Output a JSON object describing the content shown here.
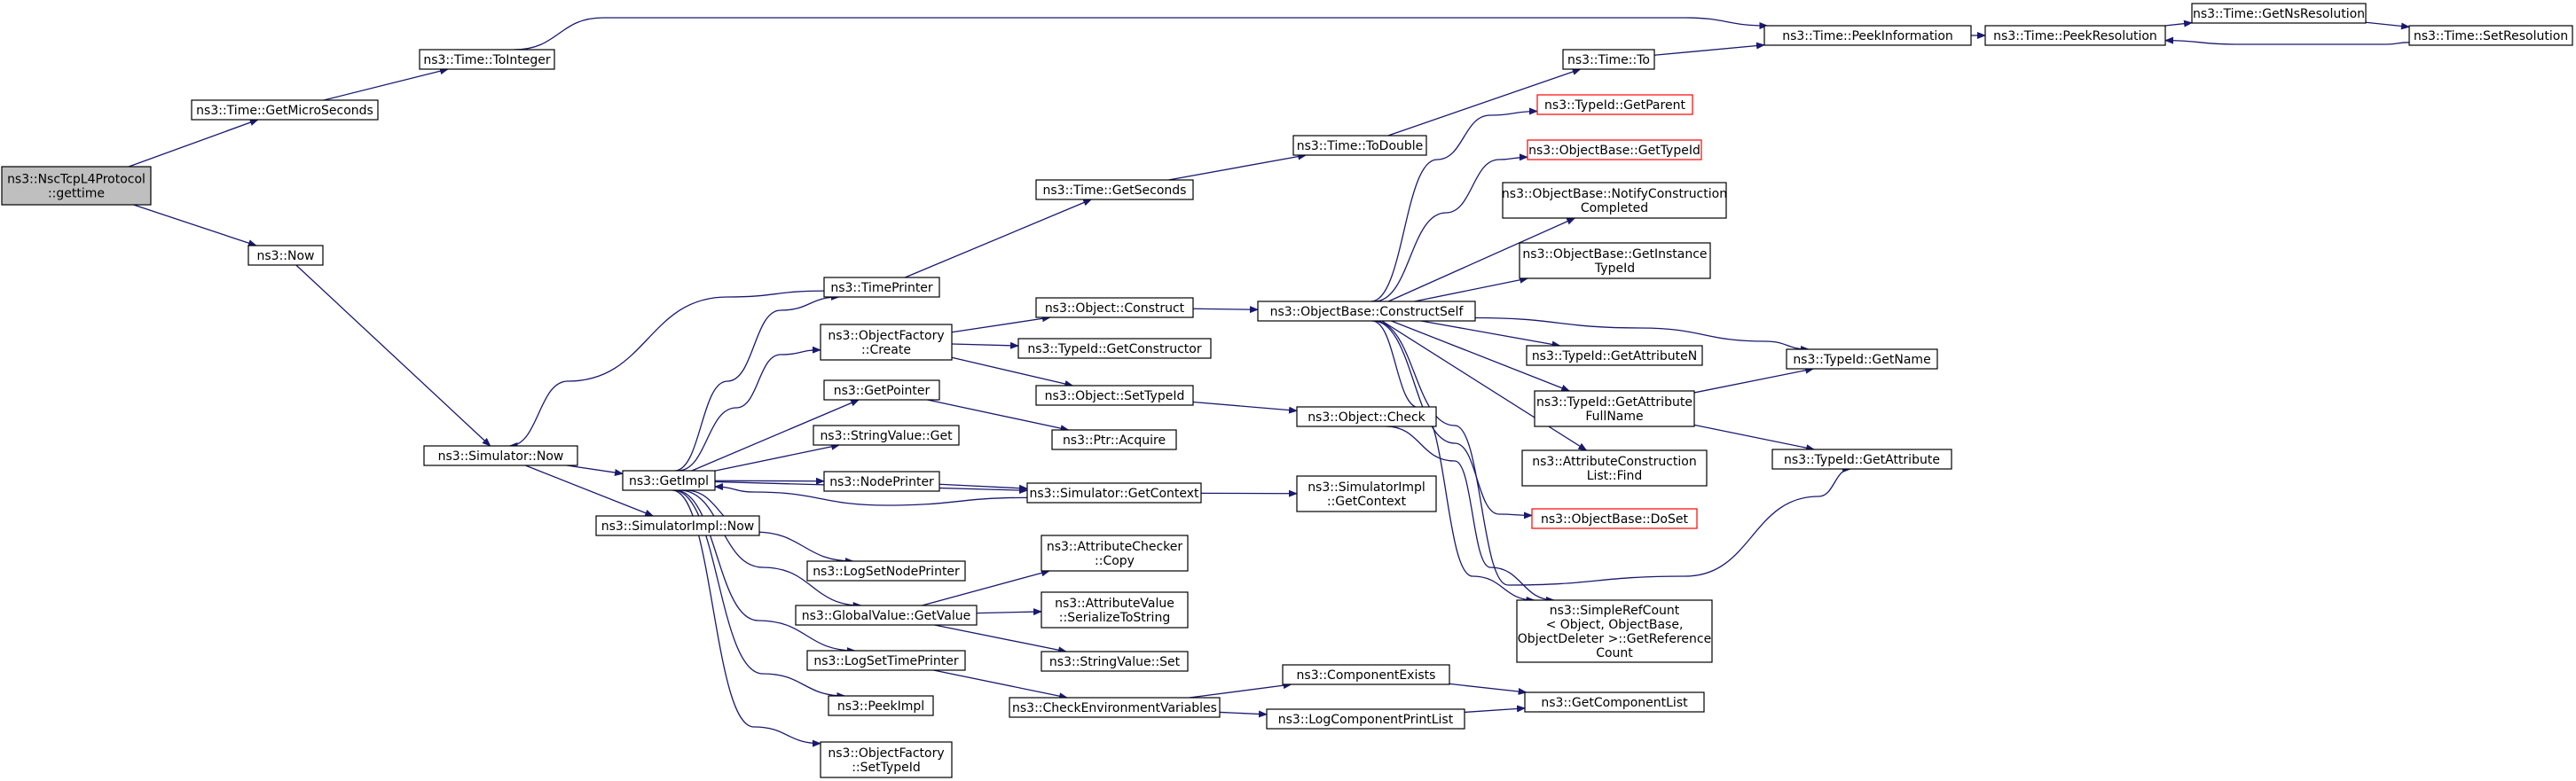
{
  "colors": {
    "edge": "#191970",
    "node_border": "#000000",
    "truncated_border": "#ff0000",
    "root_fill": "#bfbfbf",
    "node_fill": "#ffffff"
  },
  "nodes": [
    {
      "id": "root",
      "lines": [
        "ns3::NscTcpL4Protocol",
        "::gettime"
      ],
      "style": "root"
    },
    {
      "id": "getmicroseconds",
      "lines": [
        "ns3::Time::GetMicroSeconds"
      ]
    },
    {
      "id": "tointeger",
      "lines": [
        "ns3::Time::ToInteger"
      ]
    },
    {
      "id": "now",
      "lines": [
        "ns3::Now"
      ]
    },
    {
      "id": "peekinformation",
      "lines": [
        "ns3::Time::PeekInformation"
      ]
    },
    {
      "id": "peekresolution",
      "lines": [
        "ns3::Time::PeekResolution"
      ]
    },
    {
      "id": "getnsresolution",
      "lines": [
        "ns3::Time::GetNsResolution"
      ]
    },
    {
      "id": "setresolution",
      "lines": [
        "ns3::Time::SetResolution"
      ]
    },
    {
      "id": "simnow",
      "lines": [
        "ns3::Simulator::Now"
      ]
    },
    {
      "id": "simimplnow",
      "lines": [
        "ns3::SimulatorImpl::Now"
      ]
    },
    {
      "id": "getimpl",
      "lines": [
        "ns3::GetImpl"
      ]
    },
    {
      "id": "timeprinter",
      "lines": [
        "ns3::TimePrinter"
      ]
    },
    {
      "id": "objfactorycreate",
      "lines": [
        "ns3::ObjectFactory",
        "::Create"
      ]
    },
    {
      "id": "getpointer",
      "lines": [
        "ns3::GetPointer"
      ]
    },
    {
      "id": "stringvalueget",
      "lines": [
        "ns3::StringValue::Get"
      ]
    },
    {
      "id": "nodeprinter",
      "lines": [
        "ns3::NodePrinter"
      ]
    },
    {
      "id": "logsetnodeprinter",
      "lines": [
        "ns3::LogSetNodePrinter"
      ]
    },
    {
      "id": "globalvaluegetvalue",
      "lines": [
        "ns3::GlobalValue::GetValue"
      ]
    },
    {
      "id": "logsettimeprinter",
      "lines": [
        "ns3::LogSetTimePrinter"
      ]
    },
    {
      "id": "peekimpl",
      "lines": [
        "ns3::PeekImpl"
      ]
    },
    {
      "id": "objfactorysettypeid",
      "lines": [
        "ns3::ObjectFactory",
        "::SetTypeId"
      ]
    },
    {
      "id": "timegetseconds",
      "lines": [
        "ns3::Time::GetSeconds"
      ]
    },
    {
      "id": "timetodouble",
      "lines": [
        "ns3::Time::ToDouble"
      ]
    },
    {
      "id": "timeto",
      "lines": [
        "ns3::Time::To"
      ]
    },
    {
      "id": "objectconstruct",
      "lines": [
        "ns3::Object::Construct"
      ]
    },
    {
      "id": "typeidgetconstructor",
      "lines": [
        "ns3::TypeId::GetConstructor"
      ]
    },
    {
      "id": "objectsettypeid",
      "lines": [
        "ns3::Object::SetTypeId"
      ]
    },
    {
      "id": "ptracquire",
      "lines": [
        "ns3::Ptr::Acquire"
      ]
    },
    {
      "id": "simgetcontext",
      "lines": [
        "ns3::Simulator::GetContext"
      ]
    },
    {
      "id": "attrcheckercopy",
      "lines": [
        "ns3::AttributeChecker",
        "::Copy"
      ]
    },
    {
      "id": "attrvalueserialize",
      "lines": [
        "ns3::AttributeValue",
        "::SerializeToString"
      ]
    },
    {
      "id": "stringvalueset",
      "lines": [
        "ns3::StringValue::Set"
      ]
    },
    {
      "id": "checkenv",
      "lines": [
        "ns3::CheckEnvironmentVariables"
      ]
    },
    {
      "id": "constructself",
      "lines": [
        "ns3::ObjectBase::ConstructSelf"
      ]
    },
    {
      "id": "objectcheck",
      "lines": [
        "ns3::Object::Check"
      ]
    },
    {
      "id": "simimplgetcontext",
      "lines": [
        "ns3::SimulatorImpl",
        "::GetContext"
      ]
    },
    {
      "id": "componentexists",
      "lines": [
        "ns3::ComponentExists"
      ]
    },
    {
      "id": "logcomponentprintlist",
      "lines": [
        "ns3::LogComponentPrintList"
      ]
    },
    {
      "id": "typeidgetparent",
      "lines": [
        "ns3::TypeId::GetParent"
      ],
      "style": "truncated"
    },
    {
      "id": "objectbasegettypeid",
      "lines": [
        "ns3::ObjectBase::GetTypeId"
      ],
      "style": "truncated"
    },
    {
      "id": "notifyconstruction",
      "lines": [
        "ns3::ObjectBase::NotifyConstruction",
        "Completed"
      ]
    },
    {
      "id": "getinstancetypeid",
      "lines": [
        "ns3::ObjectBase::GetInstance",
        "TypeId"
      ]
    },
    {
      "id": "typeidgetattributen",
      "lines": [
        "ns3::TypeId::GetAttributeN"
      ]
    },
    {
      "id": "typeidgetattributefullname",
      "lines": [
        "ns3::TypeId::GetAttribute",
        "FullName"
      ]
    },
    {
      "id": "attrconstructionlistfind",
      "lines": [
        "ns3::AttributeConstruction",
        "List::Find"
      ]
    },
    {
      "id": "objectbasedoset",
      "lines": [
        "ns3::ObjectBase::DoSet"
      ],
      "style": "truncated"
    },
    {
      "id": "simplerefcount",
      "lines": [
        "ns3::SimpleRefCount",
        "< Object, ObjectBase,",
        " ObjectDeleter >::GetReference",
        "Count"
      ]
    },
    {
      "id": "getcomponentlist",
      "lines": [
        "ns3::GetComponentList"
      ]
    },
    {
      "id": "typeidgetname",
      "lines": [
        "ns3::TypeId::GetName"
      ]
    },
    {
      "id": "typeidgetattribute",
      "lines": [
        "ns3::TypeId::GetAttribute"
      ]
    }
  ],
  "edges": [
    [
      "root",
      "getmicroseconds"
    ],
    [
      "root",
      "now"
    ],
    [
      "getmicroseconds",
      "tointeger"
    ],
    [
      "tointeger",
      "peekinformation"
    ],
    [
      "peekinformation",
      "peekresolution"
    ],
    [
      "peekresolution",
      "getnsresolution"
    ],
    [
      "getnsresolution",
      "setresolution"
    ],
    [
      "setresolution",
      "peekresolution"
    ],
    [
      "now",
      "simnow"
    ],
    [
      "simnow",
      "getimpl"
    ],
    [
      "simnow",
      "simimplnow"
    ],
    [
      "getimpl",
      "timeprinter"
    ],
    [
      "getimpl",
      "objfactorycreate"
    ],
    [
      "getimpl",
      "getpointer"
    ],
    [
      "getimpl",
      "stringvalueget"
    ],
    [
      "getimpl",
      "nodeprinter"
    ],
    [
      "getimpl",
      "simgetcontext"
    ],
    [
      "getimpl",
      "logsetnodeprinter"
    ],
    [
      "getimpl",
      "globalvaluegetvalue"
    ],
    [
      "getimpl",
      "logsettimeprinter"
    ],
    [
      "getimpl",
      "peekimpl"
    ],
    [
      "getimpl",
      "objfactorysettypeid"
    ],
    [
      "timeprinter",
      "timegetseconds"
    ],
    [
      "timeprinter",
      "simnow"
    ],
    [
      "timegetseconds",
      "timetodouble"
    ],
    [
      "timetodouble",
      "timeto"
    ],
    [
      "timeto",
      "peekinformation"
    ],
    [
      "objfactorycreate",
      "objectconstruct"
    ],
    [
      "objfactorycreate",
      "typeidgetconstructor"
    ],
    [
      "objfactorycreate",
      "objectsettypeid"
    ],
    [
      "objectconstruct",
      "constructself"
    ],
    [
      "objectsettypeid",
      "objectcheck"
    ],
    [
      "getpointer",
      "ptracquire"
    ],
    [
      "nodeprinter",
      "simgetcontext"
    ],
    [
      "simgetcontext",
      "simimplgetcontext"
    ],
    [
      "simgetcontext",
      "getimpl"
    ],
    [
      "globalvaluegetvalue",
      "attrcheckercopy"
    ],
    [
      "globalvaluegetvalue",
      "attrvalueserialize"
    ],
    [
      "globalvaluegetvalue",
      "stringvalueset"
    ],
    [
      "logsettimeprinter",
      "checkenv"
    ],
    [
      "checkenv",
      "componentexists"
    ],
    [
      "checkenv",
      "logcomponentprintlist"
    ],
    [
      "componentexists",
      "getcomponentlist"
    ],
    [
      "logcomponentprintlist",
      "getcomponentlist"
    ],
    [
      "constructself",
      "typeidgetparent"
    ],
    [
      "constructself",
      "objectbasegettypeid"
    ],
    [
      "constructself",
      "notifyconstruction"
    ],
    [
      "constructself",
      "getinstancetypeid"
    ],
    [
      "constructself",
      "typeidgetname"
    ],
    [
      "constructself",
      "typeidgetattributen"
    ],
    [
      "constructself",
      "typeidgetattributefullname"
    ],
    [
      "constructself",
      "attrconstructionlistfind"
    ],
    [
      "constructself",
      "objectbasedoset"
    ],
    [
      "constructself",
      "simplerefcount"
    ],
    [
      "constructself",
      "typeidgetattribute"
    ],
    [
      "typeidgetattributefullname",
      "typeidgetname"
    ],
    [
      "typeidgetattributefullname",
      "typeidgetattribute"
    ],
    [
      "objectcheck",
      "simplerefcount"
    ]
  ]
}
